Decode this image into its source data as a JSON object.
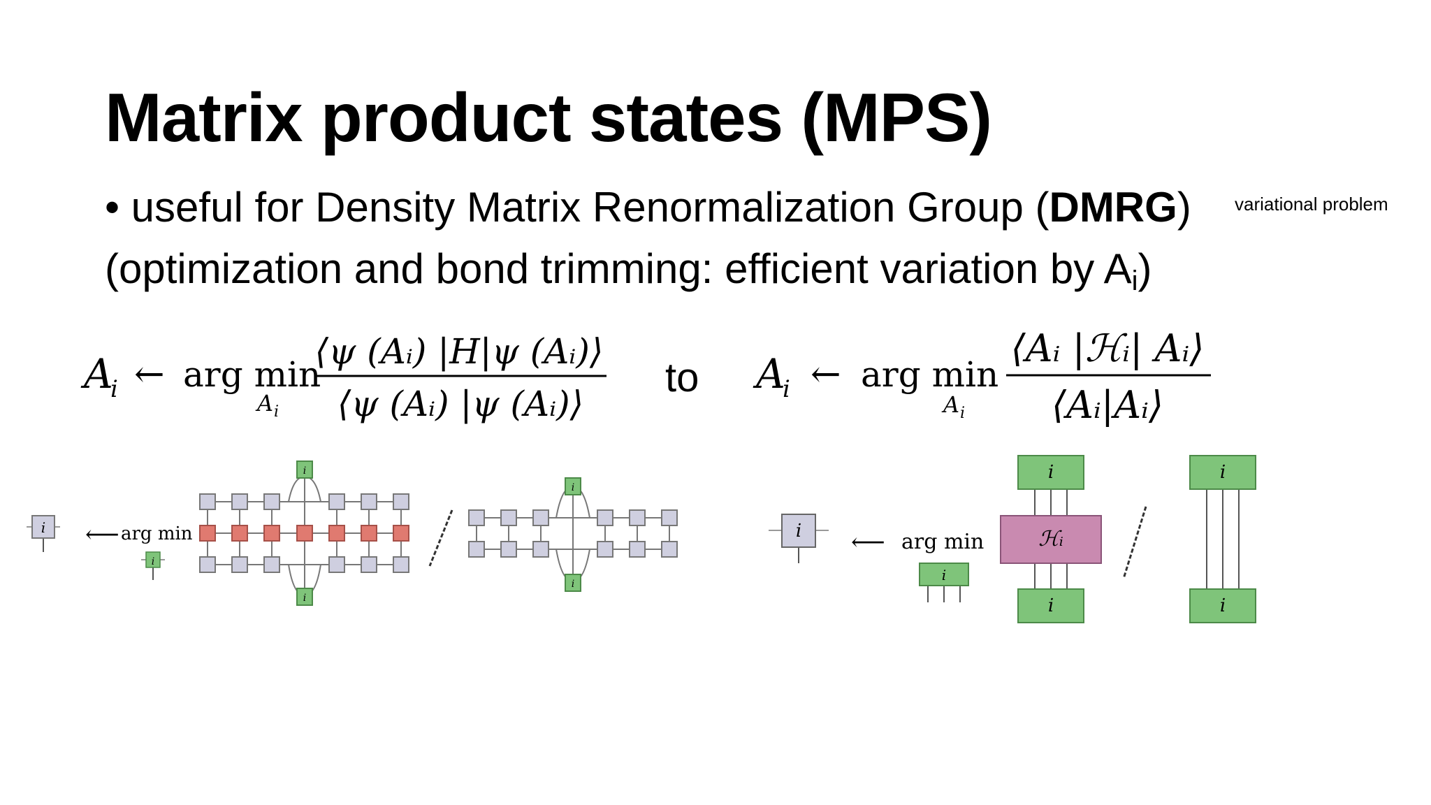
{
  "slide": {
    "title": "Matrix product states (MPS)",
    "bullet_pre": "• useful for Density Matrix Renormalization Group (",
    "bullet_bold": "DMRG",
    "bullet_post": ")",
    "sub_main": "(optimization and bond trimming: efficient variation by A",
    "sub_index": "i",
    "sub_close": ")",
    "side_note": "variational problem",
    "connector": "to"
  },
  "equations": {
    "left": {
      "lhs": "A",
      "lhs_sub": "i",
      "arrow": "←",
      "op": "arg min",
      "op_under": "A",
      "op_under_sub": "i",
      "numerator": "⟨ψ (Aᵢ) |H|ψ (Aᵢ)⟩",
      "denominator": "⟨ψ (Aᵢ) |ψ (Aᵢ)⟩"
    },
    "right": {
      "lhs": "A",
      "lhs_sub": "i",
      "arrow": "←",
      "op": "arg min",
      "op_under": "A",
      "op_under_sub": "i",
      "numerator": "⟨Aᵢ |ℋᵢ| Aᵢ⟩",
      "denominator": "⟨Aᵢ|Aᵢ⟩"
    }
  },
  "diagrams": {
    "tensor_label": "i",
    "argmin_label": "arg min",
    "arrow": "⟵",
    "effective_h_label": "ℋᵢ",
    "colors": {
      "mps_tensor": "#cfcfe0",
      "mpo_tensor": "#e07a70",
      "site_tensor": "#7fc47a",
      "effective_h": "#c98ab0",
      "line": "#777777"
    }
  }
}
